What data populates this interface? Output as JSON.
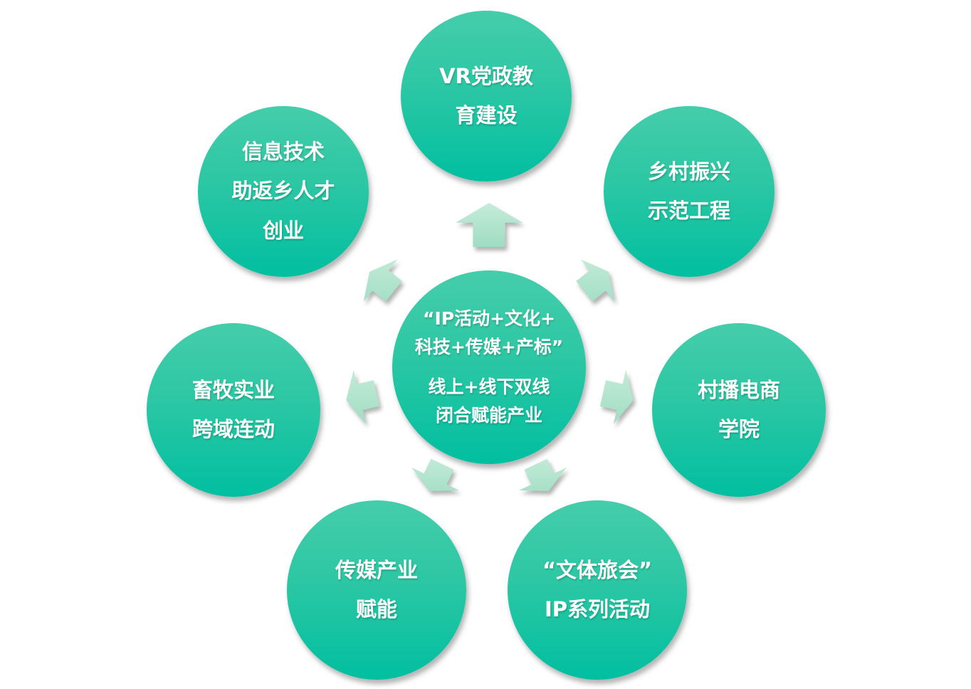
{
  "diagram": {
    "type": "radial-diverging",
    "colors": {
      "background": "#ffffff",
      "circle_gradient_top": "#45cdab",
      "circle_gradient_bottom": "#00bfa0",
      "arrow_gradient_light": "#c6ecd9",
      "arrow_gradient_dark": "#9edcc3",
      "text": "#ffffff"
    },
    "center": {
      "block1": {
        "lines": [
          "“IP活动+文化+",
          "科技+传媒+产标”"
        ]
      },
      "block2": {
        "lines": [
          "线上+线下双线",
          "闭合赋能产业"
        ]
      }
    },
    "nodes": {
      "top": {
        "lines": [
          "VR党政教",
          "育建设"
        ]
      },
      "top_left": {
        "lines": [
          "信息技术",
          "助返乡人才",
          "创业"
        ]
      },
      "top_right": {
        "lines": [
          "乡村振兴",
          "示范工程"
        ]
      },
      "left": {
        "lines": [
          "畜牧实业",
          "跨域连动"
        ]
      },
      "right": {
        "lines": [
          "村播电商",
          "学院"
        ]
      },
      "bottom_left": {
        "lines": [
          "传媒产业",
          "赋能"
        ]
      },
      "bottom_right": {
        "lines": [
          "“文体旅会”",
          "IP系列活动"
        ]
      }
    },
    "icons": [
      "arrow-up-icon",
      "arrow-up-left-icon",
      "arrow-up-right-icon",
      "arrow-left-icon",
      "arrow-right-icon",
      "arrow-down-left-icon",
      "arrow-down-right-icon"
    ]
  }
}
